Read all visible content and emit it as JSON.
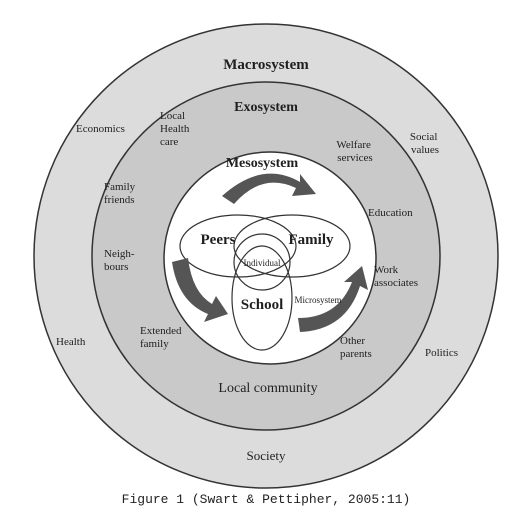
{
  "diagram": {
    "macro_title": "Macrosystem",
    "exo_title": "Exosystem",
    "meso_title": "Mesosystem",
    "micro_label": "Microsystem",
    "center": {
      "peers": "Peers",
      "family": "Family",
      "individual": "Individual",
      "school": "School"
    },
    "outer_ring": {
      "economics": "Economics",
      "social_values": [
        "Social",
        "values"
      ],
      "health": "Health",
      "politics": "Politics",
      "society": "Society"
    },
    "middle_ring": {
      "local_health_care": [
        "Local",
        "Health",
        "care"
      ],
      "welfare_services": [
        "Welfare",
        "services"
      ],
      "family_friends": [
        "Family",
        "friends"
      ],
      "education": "Education",
      "neighbours": [
        "Neigh-",
        "bours"
      ],
      "work_associates": [
        "Work",
        "associates"
      ],
      "extended_family": [
        "Extended",
        "family"
      ],
      "other_parents": [
        "Other",
        "parents"
      ],
      "local_community": "Local community"
    },
    "colors": {
      "outer_ring": "#dcdcdc",
      "middle_ring": "#c9c9c9",
      "inner": "#ffffff",
      "arrow": "#555555",
      "line": "#333333"
    }
  },
  "caption": "Figure 1   (Swart & Pettipher, 2005:11)"
}
